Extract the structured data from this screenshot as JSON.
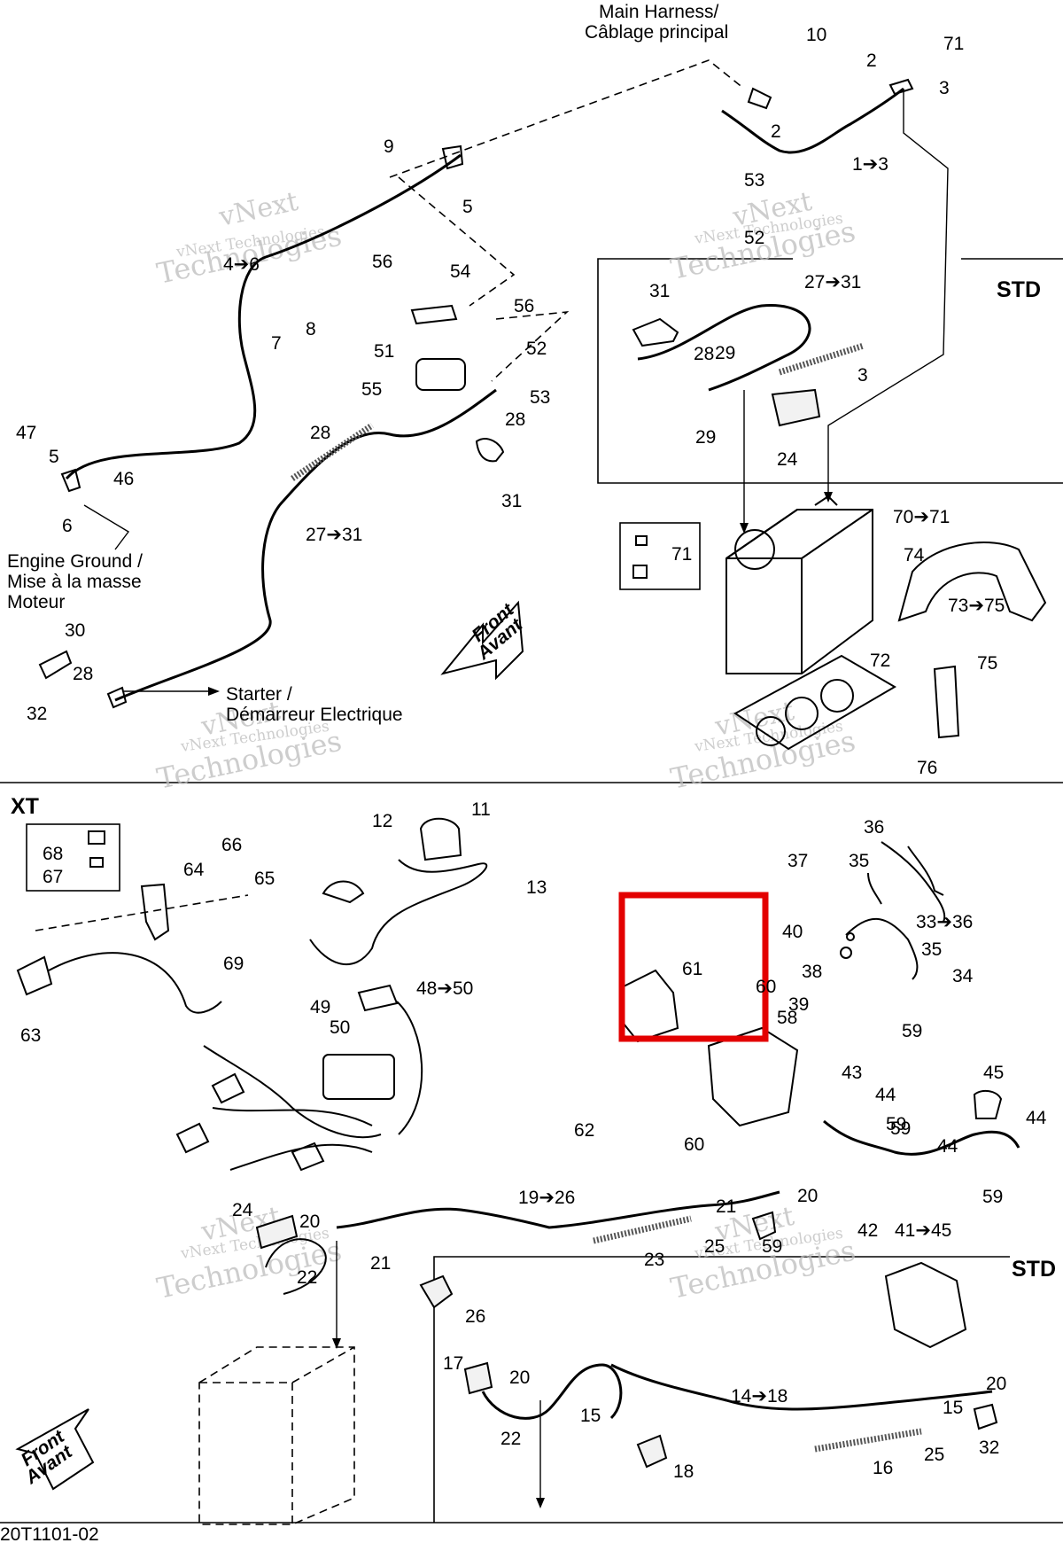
{
  "section_std_top": "STD",
  "section_xt": "XT",
  "section_std_bottom": "STD",
  "diagram_code": "20T1101-02",
  "notes": {
    "main_harness_1": "Main Harness/",
    "main_harness_2": "Câblage principal",
    "engine_ground_1": "Engine Ground /",
    "engine_ground_2": "Mise à la masse",
    "engine_ground_3": "Moteur",
    "starter_1": "Starter /",
    "starter_2": "Démarreur Electrique",
    "front_1": "Front",
    "front_2": "Avant"
  },
  "watermark": {
    "line1": "vNext",
    "line2": "vNext Technologies",
    "line3": "Technologies"
  },
  "highlight": {
    "label": "61",
    "color": "#e30000"
  },
  "callouts": [
    "10",
    "71",
    "2",
    "3",
    "2",
    "1➔3",
    "9",
    "5",
    "53",
    "52",
    "4➔6",
    "56",
    "54",
    "27➔31",
    "31",
    "56",
    "8",
    "7",
    "51",
    "52",
    "28",
    "28",
    "29",
    "3",
    "55",
    "53",
    "28",
    "29",
    "24",
    "47",
    "5",
    "46",
    "6",
    "27➔31",
    "31",
    "70➔71",
    "71",
    "74",
    "73➔75",
    "30",
    "28",
    "32",
    "72",
    "75",
    "76",
    "11",
    "12",
    "68",
    "66",
    "64",
    "65",
    "67",
    "13",
    "36",
    "37",
    "35",
    "33➔36",
    "40",
    "35",
    "38",
    "34",
    "39",
    "59",
    "63",
    "69",
    "48➔50",
    "49",
    "50",
    "60",
    "58",
    "43",
    "45",
    "44",
    "59",
    "44",
    "62",
    "60",
    "59",
    "44",
    "20",
    "19➔26",
    "21",
    "42",
    "41➔45",
    "59",
    "24",
    "20",
    "23",
    "25",
    "59",
    "22",
    "21",
    "26",
    "17",
    "20",
    "14➔18",
    "15",
    "20",
    "22",
    "15",
    "25",
    "32",
    "16",
    "18"
  ]
}
